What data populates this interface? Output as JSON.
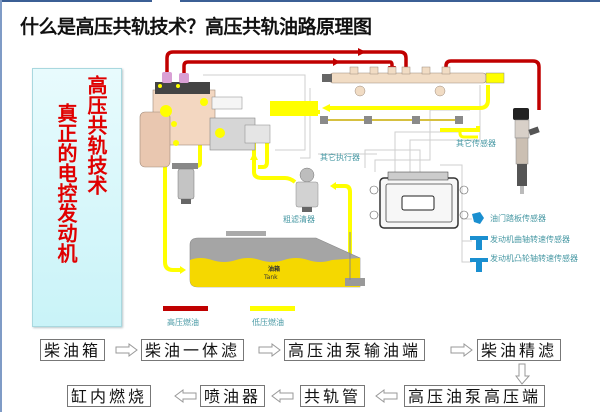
{
  "title": "什么是高压共轨技术？高压共轨油路原理图",
  "side_box": {
    "line1": "高压共轨技术",
    "line2": "真正的电控发动机"
  },
  "diagram": {
    "labels": {
      "other_actuators": "其它执行器",
      "other_sensors": "其它传感器",
      "coarse_filter": "粗滤清器",
      "tank_cn": "油箱",
      "tank_en": "Tank",
      "throttle_sensor": "油门踏板传感器",
      "crank_sensor": "发动机曲轴转速传感器",
      "cam_sensor": "发动机凸轮轴转速传感器"
    },
    "legend": [
      {
        "label": "高压燃油",
        "color": "#c00000"
      },
      {
        "label": "低压燃油",
        "color": "#ffff00"
      }
    ],
    "colors": {
      "high_pressure": "#c00000",
      "low_pressure": "#ffff00",
      "fuel": "#f5d800",
      "wire": "#cfcfcf",
      "sensor_blue": "#1a8fd0"
    }
  },
  "flow": {
    "row1": [
      "柴油箱",
      "柴油一体滤",
      "高压油泵输油端",
      "柴油精滤"
    ],
    "row2": [
      "缸内燃烧",
      "喷油器",
      "共轨管",
      "高压油泵高压端"
    ]
  }
}
